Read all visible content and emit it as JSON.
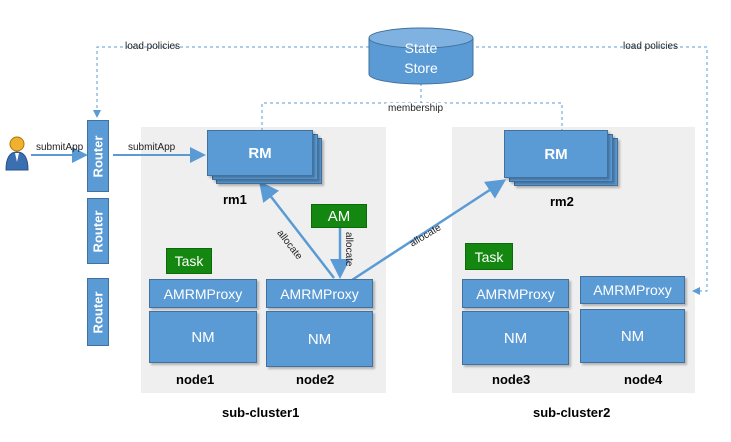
{
  "store": {
    "line1": "State",
    "line2": "Store"
  },
  "edges": {
    "load_policies_left": "load policies",
    "load_policies_right": "load policies",
    "membership": "membership",
    "submit_user": "submitApp",
    "submit_router": "submitApp",
    "allocate_left": "allocate",
    "allocate_am": "allocate",
    "allocate_right": "allocate"
  },
  "routers": [
    "Router",
    "Router",
    "Router"
  ],
  "cluster1": {
    "name": "sub-cluster1",
    "rm": "RM",
    "rm_name": "rm1",
    "am": "AM",
    "node1": {
      "task": "Task",
      "proxy": "AMRMProxy",
      "nm": "NM",
      "name": "node1"
    },
    "node2": {
      "proxy": "AMRMProxy",
      "nm": "NM",
      "name": "node2"
    }
  },
  "cluster2": {
    "name": "sub-cluster2",
    "rm": "RM",
    "rm_name": "rm2",
    "node3": {
      "task": "Task",
      "proxy": "AMRMProxy",
      "nm": "NM",
      "name": "node3"
    },
    "node4": {
      "proxy": "AMRMProxy",
      "nm": "NM",
      "name": "node4"
    }
  },
  "colors": {
    "box": "#5b9bd5",
    "border": "#41719c",
    "green": "#13870f",
    "cluster_bg": "#efefef"
  }
}
